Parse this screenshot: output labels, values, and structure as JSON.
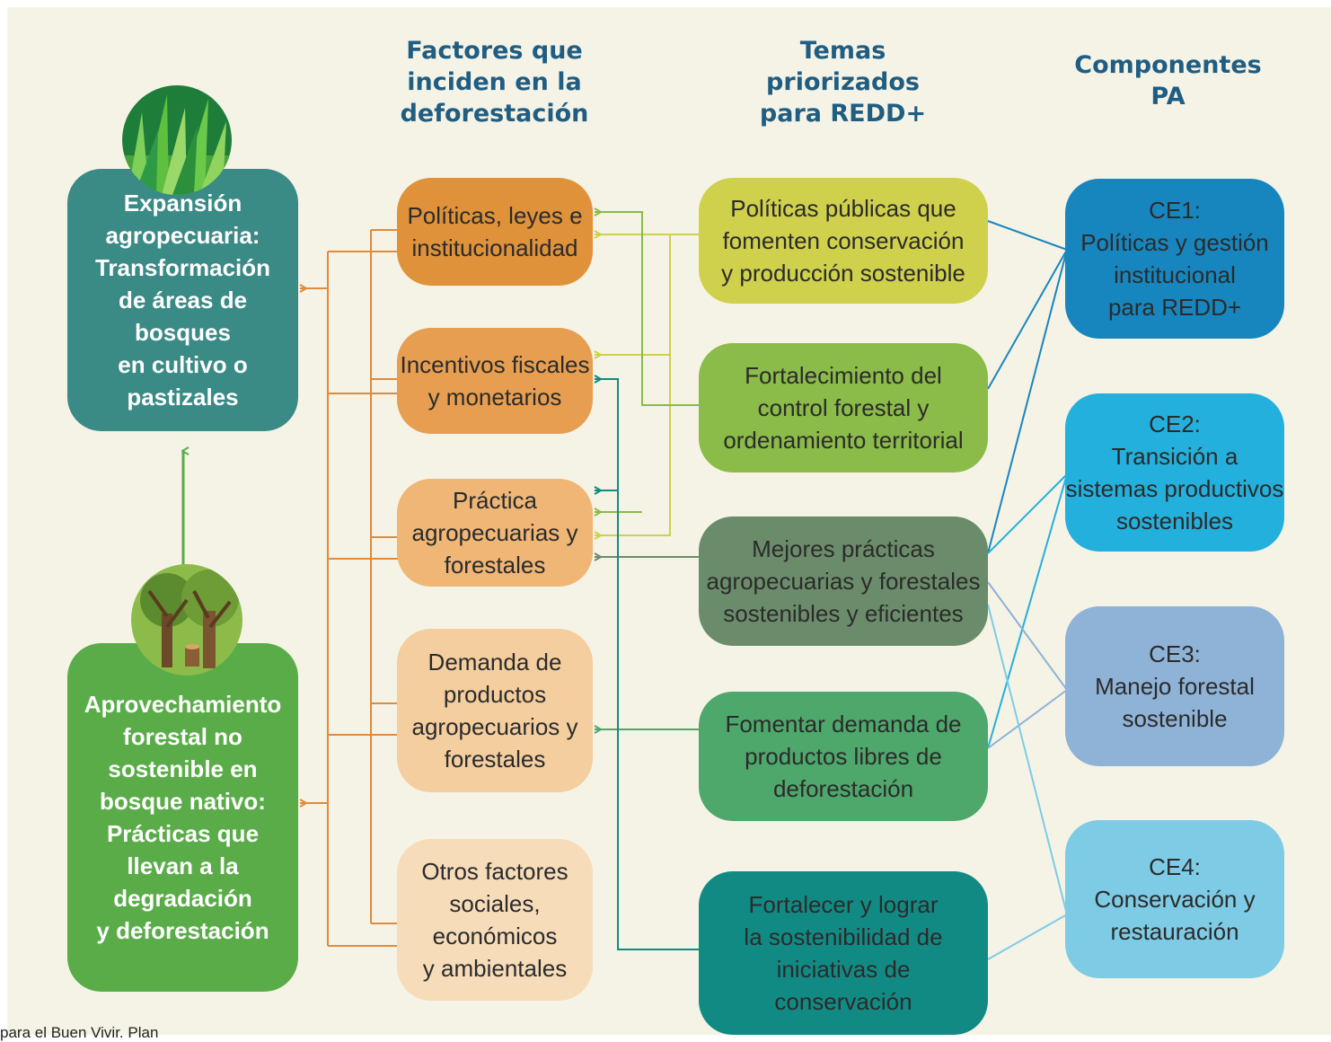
{
  "headers": {
    "factores": "Factores que\ninciden en la\ndeforestación",
    "temas": "Temas\npriorizados\npara REDD+",
    "componentes": "Componentes\nPA"
  },
  "drivers": {
    "expansion": "Expansión\nagropecuaria:\nTransformación\nde áreas de bosques\nen cultivo o\npastizales",
    "aprovechamiento": "Aprovechamiento\nforestal no\nsostenible en\nbosque nativo:\nPrácticas que\nllevan a la\ndegradación\ny deforestación"
  },
  "factores": [
    "Políticas, leyes e\ninstitucionalidad",
    "Incentivos fiscales\ny monetarios",
    "Práctica\nagropecuarias y\nforestales",
    "Demanda de\nproductos\nagropecuarios y\nforestales",
    "Otros factores\nsociales,\neconómicos\ny ambientales"
  ],
  "temas": [
    "Políticas públicas que\nfomenten conservación\ny producción sostenible",
    "Fortalecimiento del\ncontrol forestal y\nordenamiento territorial",
    "Mejores prácticas\nagropecuarias y forestales\nsostenibles y eficientes",
    "Fomentar demanda de\nproductos libres de\ndeforestación",
    "Fortalecer y lograr\nla sostenibilidad de\niniciativas de\nconservación"
  ],
  "componentes": [
    "CE1:\nPolíticas y gestión\ninstitucional\npara REDD+",
    "CE2:\nTransición a\nsistemas productivos\nsostenibles",
    "CE3:\nManejo forestal\nsostenible",
    "CE4:\nConservación y\nrestauración"
  ],
  "footer": "para el Buen Vivir. Plan",
  "colors": {
    "background": "#f5f3e6",
    "header_text": "#1f5d82",
    "expansion_box": "#3a8a86",
    "aprovechamiento_box": "#5aac49",
    "factor_boxes": [
      "#e0923a",
      "#e79e50",
      "#efb676",
      "#f4ce9f",
      "#f6dcb9"
    ],
    "tema_boxes": [
      "#cfd04c",
      "#8bbb48",
      "#6b8c6b",
      "#4ea76b",
      "#128a84"
    ],
    "componente_boxes": [
      "#1786bf",
      "#24b0dc",
      "#8fb3d6",
      "#7ecbe6"
    ],
    "orange_lines": "#e08a3c"
  },
  "icons": [
    "grass-icon",
    "trees-stump-icon"
  ]
}
